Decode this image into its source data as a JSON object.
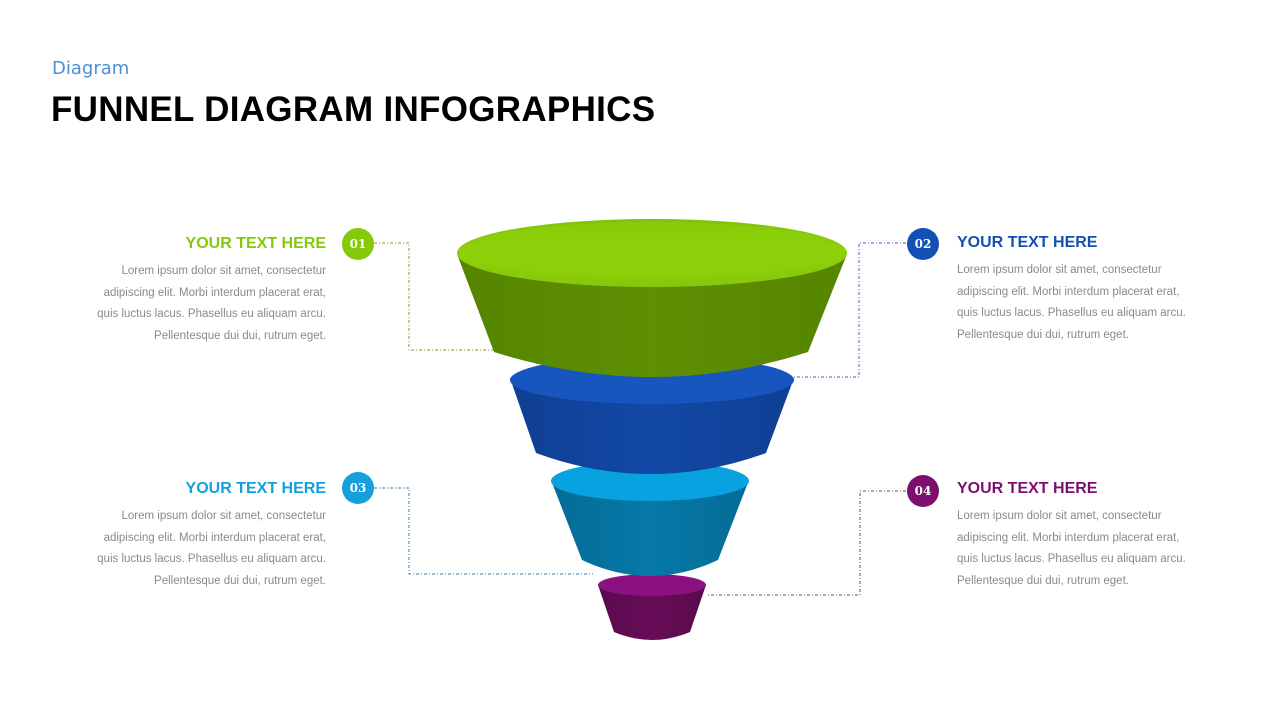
{
  "header": {
    "subtitle": "Diagram",
    "title": "FUNNEL DIAGRAM INFOGRAPHICS"
  },
  "colors": {
    "green": "#8ccd0a",
    "blue": "#1450b4",
    "cyan": "#13a0dc",
    "purple": "#7d0f6e",
    "body_text": "#8a8a8a"
  },
  "stages": [
    {
      "number": "01",
      "heading": "YOUR TEXT HERE",
      "body": "Lorem ipsum dolor sit amet, consectetur adipiscing elit. Morbi interdum placerat erat, quis luctus lacus. Phasellus eu aliquam arcu. Pellentesque dui dui, rutrum eget."
    },
    {
      "number": "02",
      "heading": "YOUR TEXT HERE",
      "body": "Lorem ipsum dolor sit amet, consectetur adipiscing elit. Morbi interdum placerat erat, quis luctus lacus. Phasellus eu aliquam arcu. Pellentesque dui dui, rutrum eget."
    },
    {
      "number": "03",
      "heading": "YOUR TEXT HERE",
      "body": "Lorem ipsum dolor sit amet, consectetur adipiscing elit. Morbi interdum placerat erat, quis luctus lacus. Phasellus eu aliquam arcu. Pellentesque dui dui, rutrum eget."
    },
    {
      "number": "04",
      "heading": "YOUR TEXT HERE",
      "body": "Lorem ipsum dolor sit amet, consectetur adipiscing elit. Morbi interdum placerat erat, quis luctus lacus. Phasellus eu aliquam arcu. Pellentesque dui dui, rutrum eget."
    }
  ]
}
